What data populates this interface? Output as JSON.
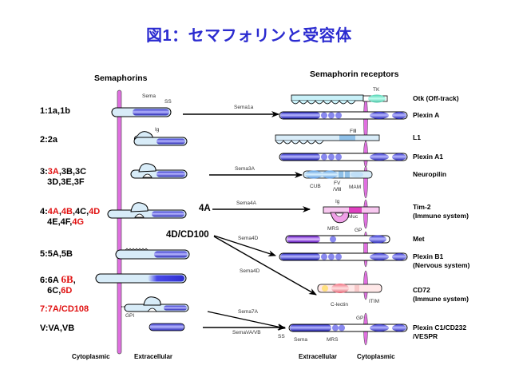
{
  "title": "図1：セマフォリンと受容体",
  "headers": {
    "semaphorins": "Semaphorins",
    "receptors": "Semaphorin receptors"
  },
  "families": [
    {
      "prefix": "1:",
      "parts": [
        {
          "t": "1a,1b",
          "red": false
        }
      ],
      "line2": []
    },
    {
      "prefix": "2:",
      "parts": [
        {
          "t": "2a",
          "red": false
        }
      ],
      "line2": []
    },
    {
      "prefix": "3:",
      "parts": [
        {
          "t": "3A",
          "red": true
        },
        {
          "t": ",3B,3C",
          "red": false
        }
      ],
      "line2": [
        {
          "t": "3D,3E,3F",
          "red": false
        }
      ]
    },
    {
      "prefix": "4:",
      "parts": [
        {
          "t": "4A",
          "red": true
        },
        {
          "t": ",",
          "red": false
        },
        {
          "t": "4B",
          "red": true
        },
        {
          "t": ",4C,",
          "red": false
        },
        {
          "t": "4D",
          "red": true
        }
      ],
      "line2": [
        {
          "t": "4E,4F,",
          "red": false
        },
        {
          "t": "4G",
          "red": true
        }
      ]
    },
    {
      "prefix": "5:",
      "parts": [
        {
          "t": "5A,5B",
          "red": false
        }
      ],
      "line2": []
    },
    {
      "prefix": "6:",
      "parts": [
        {
          "t": "6A ",
          "red": false
        },
        {
          "t": "6B",
          "red": true,
          "serif": true
        },
        {
          "t": ",",
          "red": false
        }
      ],
      "line2": [
        {
          "t": "6C,",
          "red": false
        },
        {
          "t": "6D",
          "red": true
        }
      ]
    },
    {
      "prefix": "7:",
      "parts": [
        {
          "t": "7A/CD108",
          "red": true
        }
      ],
      "line2": [],
      "prefix_red": true
    },
    {
      "prefix": "V:",
      "parts": [
        {
          "t": "VA,VB",
          "red": false
        }
      ],
      "line2": []
    }
  ],
  "domain_labels": {
    "sema": "Sema",
    "ss": "SS",
    "ig": "Ig",
    "gpi": "GPI",
    "tk": "TK",
    "f3": "FⅢ",
    "cub": "CUB",
    "fv": "FV",
    "v8": "/Ⅷ",
    "mam": "MAM",
    "ig2": "Ig",
    "muc": "Muc",
    "mrs": "MRS",
    "gp": "GP",
    "clectin": "C-lectin",
    "tim": "ITIM",
    "ss2": "SS",
    "sema2": "Sema",
    "mrs2": "MRS",
    "gp2": "GP"
  },
  "arrows": {
    "sema1a": "Sema1a",
    "sema3a": "Sema3A",
    "sema4a": "Sema4A",
    "sema4d_1": "Sema4D",
    "sema4d_2": "Sema4D",
    "sema7a": "Sema7A",
    "semavavb": "SemaVA/VB"
  },
  "ligand_tags": {
    "4a": "4A",
    "4d": "4D/CD100"
  },
  "receptors": [
    {
      "name": "Otk (Off-track)"
    },
    {
      "name": "Plexin A"
    },
    {
      "name": "L1"
    },
    {
      "name": "Plexin A1"
    },
    {
      "name": "Neuropilin"
    },
    {
      "name": "Tim-2",
      "sub": "(Immune system)"
    },
    {
      "name": "Met"
    },
    {
      "name": "Plexin B1",
      "sub": "(Nervous system)"
    },
    {
      "name": "CD72",
      "sub": "(Immune system)"
    },
    {
      "name": "Plexin C1/CD232",
      "sub": "/VESPR"
    }
  ],
  "footer": {
    "left_cyto": "Cytoplasmic",
    "left_extra": "Extracellular",
    "right_extra": "Extracellular",
    "right_cyto": "Cytoplasmic"
  },
  "colors": {
    "title": "#2b2bd0",
    "membrane": "#c060c0",
    "sema_blue": "#3a3ae0",
    "light_blue": "#d8ecf8",
    "red_label": "#e01010"
  }
}
